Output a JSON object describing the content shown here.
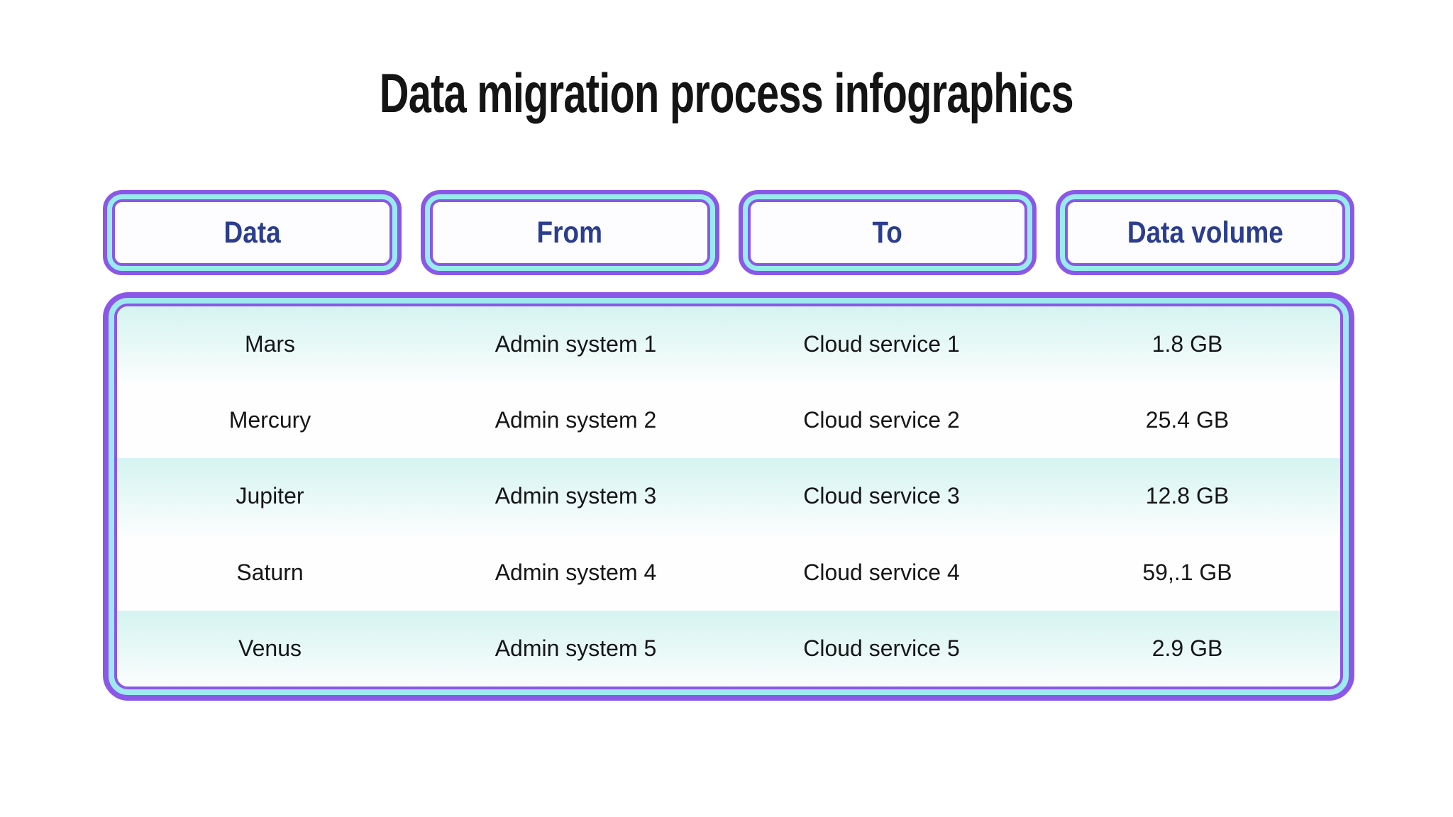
{
  "title": "Data migration process infographics",
  "colors": {
    "border_purple": "#8A57E9",
    "border_cyan": "#97EDEB",
    "header_text_navy": "#2B3D8E",
    "row_tint_top": "#D5F4F1",
    "body_text": "#161616",
    "background": "#FFFFFF"
  },
  "chart_data": {
    "type": "table",
    "title": "Data migration process infographics",
    "columns": [
      "Data",
      "From",
      "To",
      "Data volume"
    ],
    "rows": [
      [
        "Mars",
        "Admin system 1",
        "Cloud service 1",
        "1.8 GB"
      ],
      [
        "Mercury",
        "Admin system 2",
        "Cloud service 2",
        "25.4 GB"
      ],
      [
        "Jupiter",
        "Admin system 3",
        "Cloud service 3",
        "12.8 GB"
      ],
      [
        "Saturn",
        "Admin system 4",
        "Cloud service 4",
        "59,.1 GB"
      ],
      [
        "Venus",
        "Admin system 5",
        "Cloud service 5",
        "2.9 GB"
      ]
    ],
    "layout": {
      "header_style": "rounded boxes with purple-cyan-purple triple border",
      "row_striping": "rows 1,3,5 light cyan vertical gradient; rows 2,4 white",
      "alignment": "all cells centered"
    }
  }
}
